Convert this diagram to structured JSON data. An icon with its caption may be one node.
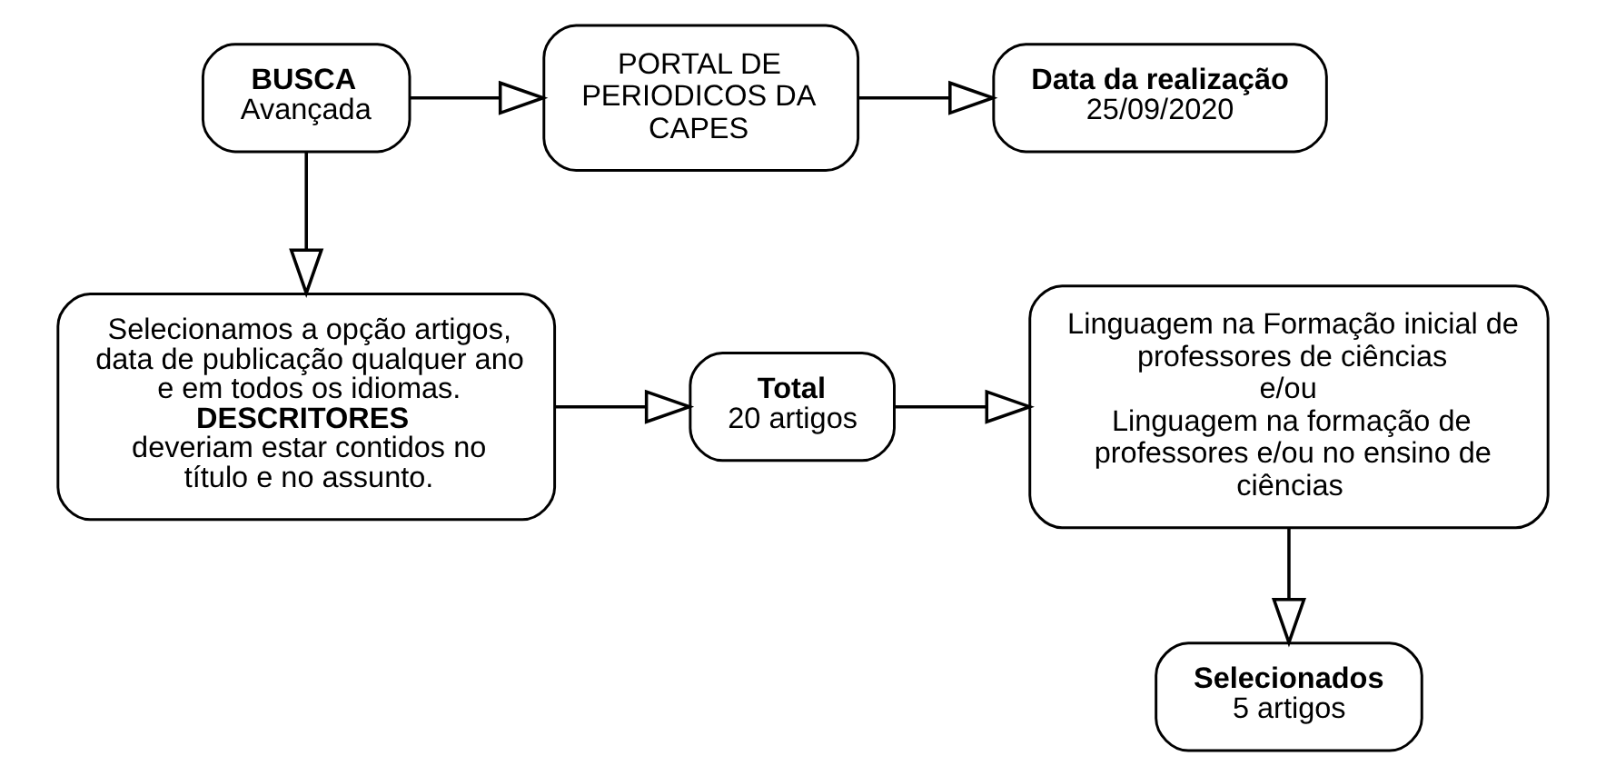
{
  "diagram": {
    "nodes": [
      {
        "text": [
          "BUSCA",
          "Avançada"
        ]
      },
      {
        "text": [
          "PORTAL DE PERIODICOS DA CAPES"
        ]
      },
      {
        "text": [
          "Data da realização",
          "25/09/2020"
        ]
      },
      {
        "text": [
          "Selecionamos a opção artigos, data de publicação qualquer ano e em todos os idiomas.",
          "DESCRITORES",
          "deveriam estar contidos no título e no assunto."
        ]
      },
      {
        "text": [
          "Total",
          "20 artigos"
        ]
      },
      {
        "text": [
          "Linguagem na Formação inicial de professores de ciências",
          "e/ou",
          "Linguagem na formação de professores e/ou no ensino de ciências"
        ]
      },
      {
        "text": [
          "Selecionados",
          "5 artigos"
        ]
      }
    ],
    "edges": [
      {
        "from": 0,
        "to": 1,
        "arrow": "to"
      },
      {
        "from": 1,
        "to": 2,
        "arrow": "to"
      },
      {
        "from": 0,
        "to": 3,
        "arrow": "to"
      },
      {
        "from": 3,
        "to": 4,
        "arrow": "to"
      },
      {
        "from": 4,
        "to": 5,
        "arrow": "to"
      },
      {
        "from": 5,
        "to": 6,
        "arrow": "to"
      }
    ]
  }
}
